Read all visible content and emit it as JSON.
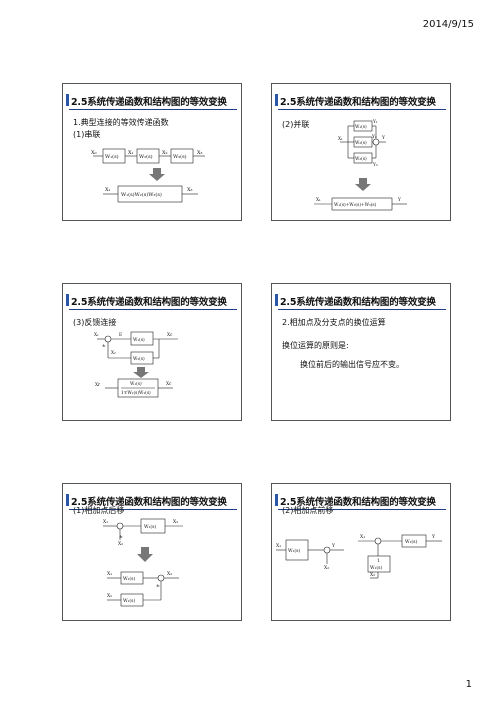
{
  "header": {
    "date": "2014/9/15"
  },
  "footer": {
    "page": "1"
  },
  "slide_title": "2.5系统传递函数和结构图的等效变换",
  "slides": [
    {
      "sub1": "1.典型连接的等效传递函数",
      "sub2": "(1)串联",
      "diagram": {
        "top": {
          "in": "X₀",
          "blocks": [
            "W₁(s)",
            "W₂(s)",
            "W₃(s)"
          ],
          "mid": [
            "X₁",
            "X₂"
          ],
          "out": "X₃"
        },
        "bottom": {
          "in": "X₁",
          "block": "W₁(s)W₂(s)W₃(s)",
          "out": "X₃"
        }
      }
    },
    {
      "sub1": "(2)并联",
      "diagram": {
        "in": "X₁",
        "blocks": [
          "W₁(s)",
          "W₂(s)",
          "W₃(s)"
        ],
        "outs": [
          "Y₁",
          "Y₂",
          "Y₃"
        ],
        "out": "Y",
        "equiv": "W₁(s)+W₂(s)+W₃(s)"
      }
    },
    {
      "sub1": "(3)反馈连接",
      "diagram": {
        "in": "X₁",
        "err": "E",
        "fb": "X₂",
        "fwd": "W₁(s)",
        "back": "W₂(s)",
        "out": "Xc",
        "sign": "±",
        "equiv_num": "W₁(s)",
        "equiv_den": "1∓W₁(s)W₂(s)",
        "equiv_in": "Xr"
      }
    },
    {
      "sub1": "2.相加点及分支点的换位运算",
      "sub2": "换位运算的原则是:",
      "sub3": "换位前后的输出信号应不变。"
    },
    {
      "sub1": "(1)相加点后移",
      "diagram": {
        "in": "X₁",
        "in2": "X₂",
        "block": "W₁(s)",
        "out": "X₃",
        "minus": "±",
        "after": {
          "blocks": [
            "W₁(s)",
            "W₁(s)"
          ],
          "ins": [
            "X₁",
            "X₂"
          ],
          "out": "X₃"
        }
      }
    },
    {
      "sub1": "(2)相加点前移",
      "diagram": {
        "left": {
          "in": "X₁",
          "block": "W₁(s)",
          "in2": "X₂",
          "out": "Y"
        },
        "right": {
          "in": "X₁",
          "block": "W₁(s)",
          "inv": "W₁(s)",
          "in2": "X₂",
          "out": "Y",
          "one": "1"
        }
      }
    }
  ]
}
